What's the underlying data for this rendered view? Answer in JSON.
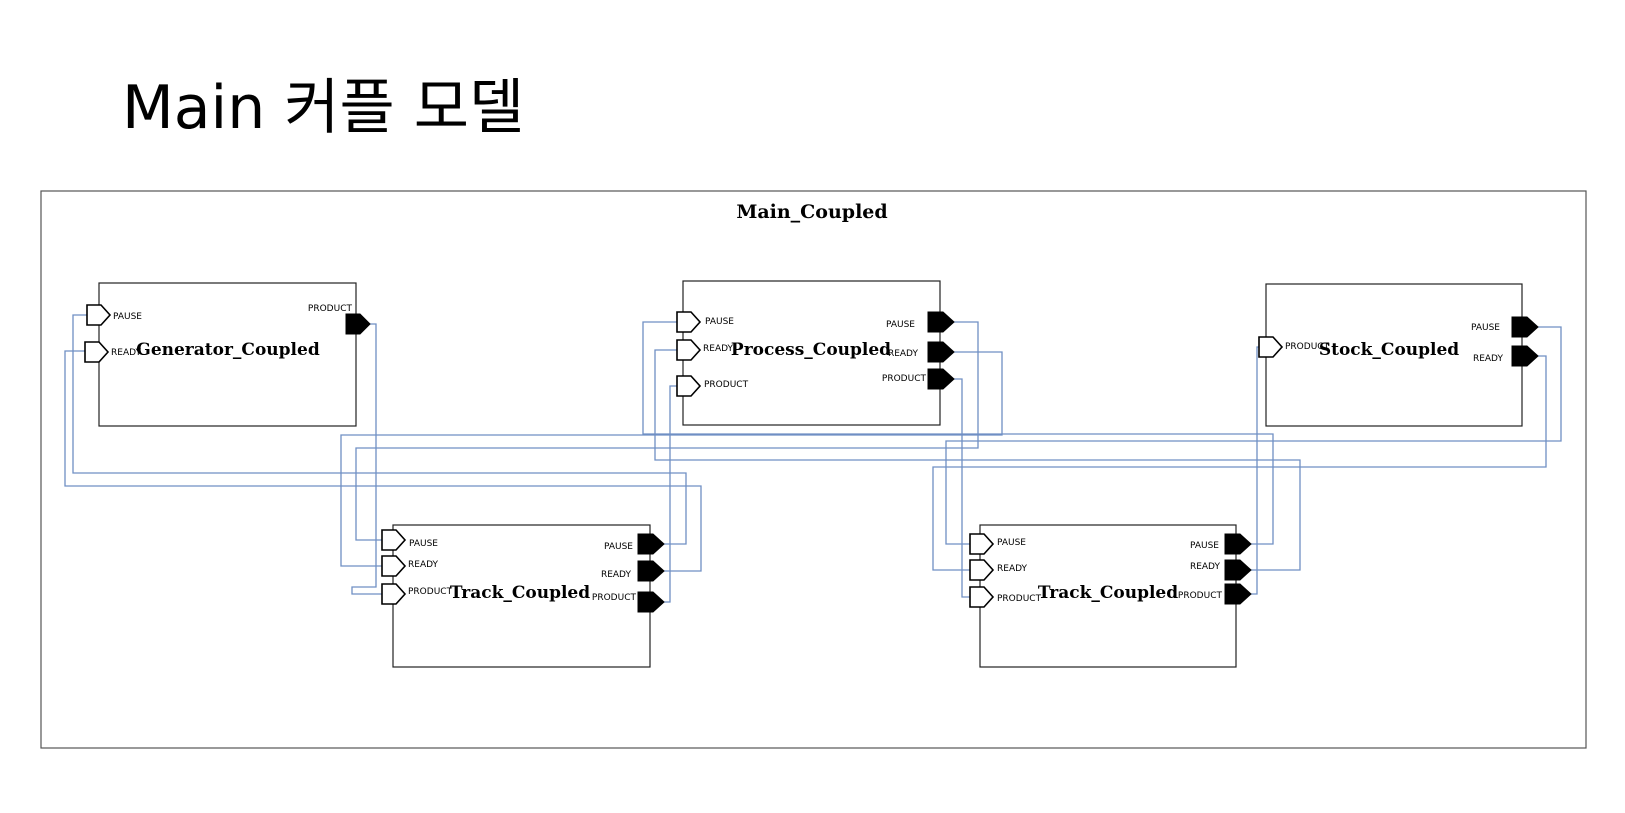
{
  "slide": {
    "title": "Main 커플 모델"
  },
  "diagram": {
    "main_model": "Main_Coupled",
    "models": {
      "generator": {
        "name": "Generator_Coupled",
        "inputs": [
          "PAUSE",
          "READY"
        ],
        "outputs": [
          "PRODUCT"
        ]
      },
      "process": {
        "name": "Process_Coupled",
        "inputs": [
          "PAUSE",
          "READY",
          "PRODUCT"
        ],
        "outputs": [
          "PAUSE",
          "READY",
          "PRODUCT"
        ]
      },
      "stock": {
        "name": "Stock_Coupled",
        "inputs": [
          "PRODUCT"
        ],
        "outputs": [
          "PAUSE",
          "READY"
        ]
      },
      "track1": {
        "name": "Track_Coupled",
        "inputs": [
          "PAUSE",
          "READY",
          "PRODUCT"
        ],
        "outputs": [
          "PAUSE",
          "READY",
          "PRODUCT"
        ]
      },
      "track2": {
        "name": "Track_Coupled",
        "inputs": [
          "PAUSE",
          "READY",
          "PRODUCT"
        ],
        "outputs": [
          "PAUSE",
          "READY",
          "PRODUCT"
        ]
      }
    },
    "colors": {
      "wire": "#6f8fc4",
      "output_port": "#000000",
      "input_port": "#ffffff"
    }
  }
}
